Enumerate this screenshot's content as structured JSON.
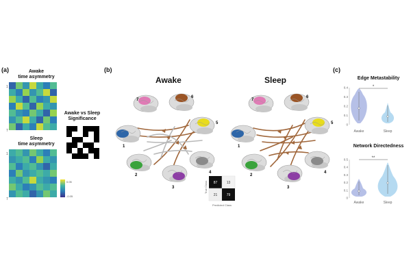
{
  "panels": {
    "a": {
      "label": "(a)",
      "awake_title": "Awake\ntime asymmetry",
      "sleep_title": "Sleep\ntime asymmetry",
      "signif_title": "Awake vs Sleep\nSignificance",
      "tick_start": "1",
      "tick_end": "7",
      "colorbar_max": "0.05",
      "colorbar_min": "-0.05",
      "awake_matrix": [
        [
          0.2,
          0.7,
          0.4,
          0.9,
          0.5,
          0.3,
          0.6
        ],
        [
          0.5,
          0.3,
          0.8,
          0.4,
          0.6,
          0.9,
          0.2
        ],
        [
          0.8,
          0.5,
          0.2,
          0.6,
          0.3,
          0.4,
          0.9
        ],
        [
          0.3,
          0.9,
          0.6,
          0.2,
          0.8,
          0.5,
          0.4
        ],
        [
          0.6,
          0.4,
          0.3,
          0.7,
          0.5,
          0.2,
          0.8
        ],
        [
          0.4,
          0.6,
          0.9,
          0.5,
          0.2,
          0.7,
          0.3
        ],
        [
          0.7,
          0.2,
          0.5,
          0.3,
          0.9,
          0.6,
          0.5
        ]
      ],
      "sleep_matrix": [
        [
          0.5,
          0.6,
          0.4,
          0.7,
          0.5,
          0.3,
          0.6
        ],
        [
          0.4,
          0.5,
          0.6,
          0.3,
          0.8,
          0.5,
          0.4
        ],
        [
          0.6,
          0.3,
          0.5,
          0.6,
          0.4,
          0.2,
          0.5
        ],
        [
          0.3,
          0.7,
          0.4,
          0.5,
          0.6,
          0.5,
          0.7
        ],
        [
          0.5,
          0.4,
          0.6,
          0.9,
          0.5,
          0.4,
          0.3
        ],
        [
          0.7,
          0.5,
          0.3,
          0.4,
          0.6,
          0.5,
          0.6
        ],
        [
          0.4,
          0.6,
          0.5,
          0.2,
          0.4,
          0.7,
          0.5
        ]
      ],
      "signif_matrix": [
        [
          1,
          1,
          0,
          1,
          1,
          1
        ],
        [
          1,
          0,
          0,
          1,
          0,
          1
        ],
        [
          0,
          1,
          1,
          0,
          0,
          1
        ],
        [
          1,
          1,
          0,
          1,
          1,
          0
        ],
        [
          1,
          0,
          1,
          0,
          1,
          1
        ],
        [
          0,
          1,
          1,
          1,
          0,
          1
        ]
      ]
    },
    "b": {
      "label": "(b)",
      "awake_title": "Awake",
      "sleep_title": "Sleep",
      "region_labels": [
        "1",
        "2",
        "3",
        "4",
        "5",
        "6",
        "7"
      ],
      "region_colors": [
        "#2e66a8",
        "#3aa33c",
        "#8d3ea5",
        "#8a8a8a",
        "#e8dc1c",
        "#9a5425",
        "#e07bb5"
      ],
      "arrow_brown": "#a0663a",
      "arrow_grey": "#b8b8b8",
      "confusion": {
        "cells": [
          "87",
          "13",
          "21",
          "79"
        ],
        "ylabel": "True Class",
        "xlabel": "Predicted Class"
      }
    },
    "c": {
      "label": "(c)",
      "edge_title": "Edge Metastability",
      "directed_title": "Network Directedness",
      "edge_sig": "*",
      "directed_sig": "**",
      "edge_yticks": [
        "0",
        "0.1",
        "0.2",
        "0.3",
        "0.4"
      ],
      "directed_yticks": [
        "0",
        "0.1",
        "0.2",
        "0.3",
        "0.4",
        "0.5"
      ],
      "group_labels": [
        "Awake",
        "Sleep"
      ],
      "violin_colors": [
        "#a9b5e3",
        "#a8d4ee"
      ]
    }
  }
}
